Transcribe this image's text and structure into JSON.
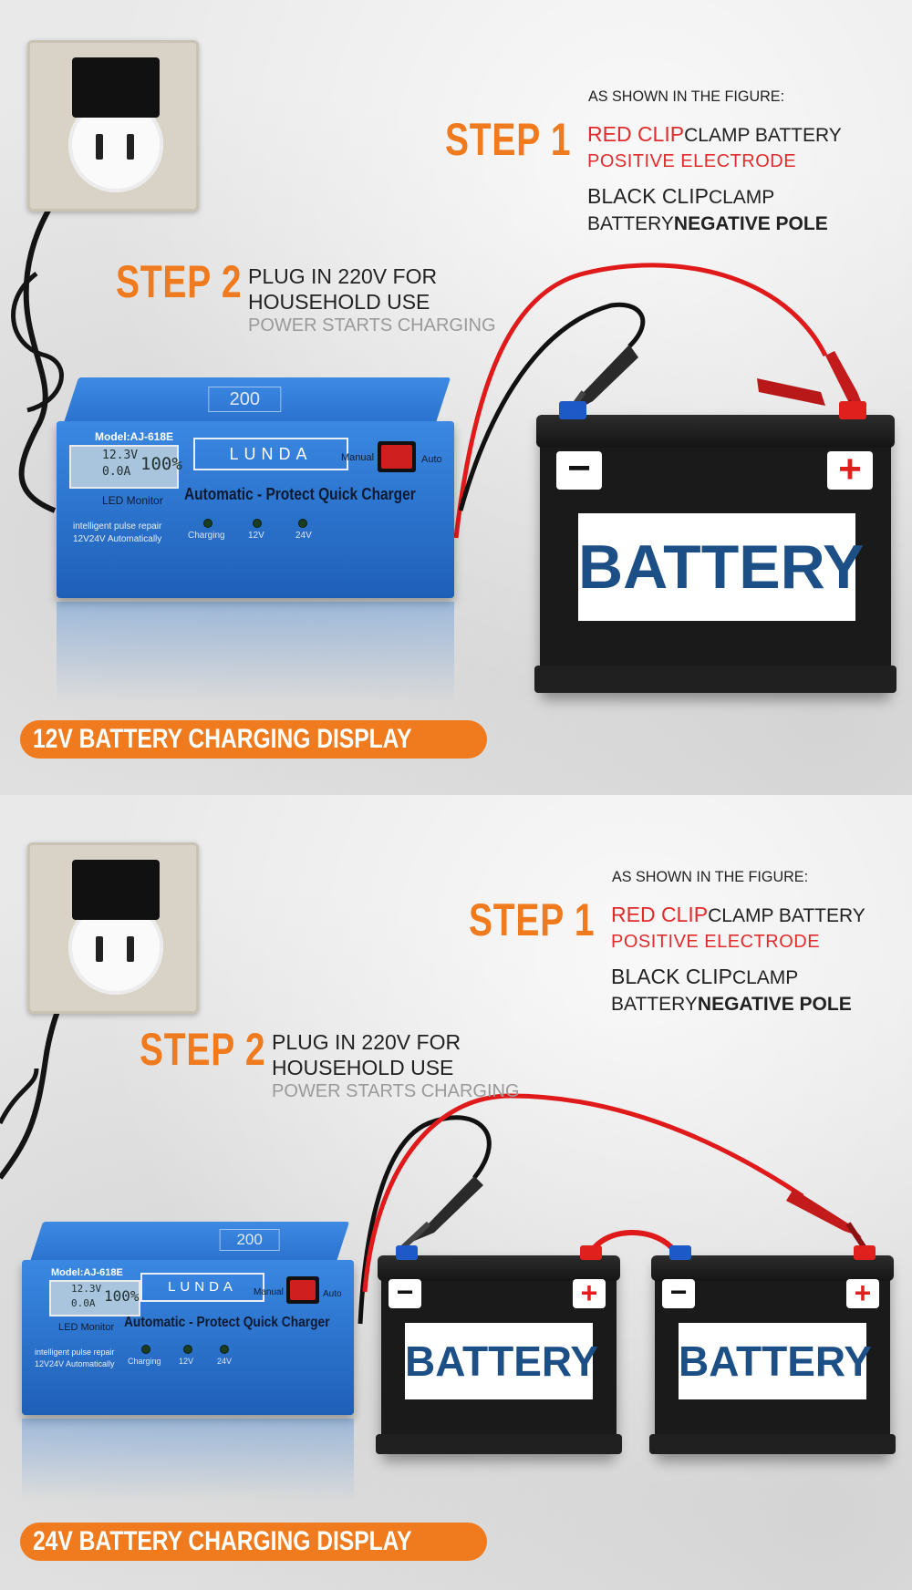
{
  "colors": {
    "accent_orange": "#f07a1e",
    "clip_red": "#e22b2b",
    "charger_blue": "#2f7bd9",
    "battery_label_blue": "#1c4f86"
  },
  "panels": [
    {
      "figure_note": "AS SHOWN IN THE FIGURE:",
      "step1": {
        "label": "STEP 1",
        "red_clip": "RED CLIP",
        "red_clip_rest": "CLAMP BATTERY",
        "red_clip_target": "POSITIVE ELECTRODE",
        "black_clip": "BLACK CLIP",
        "black_clip_rest": "CLAMP",
        "black_clip_line2a": "BATTERY",
        "black_clip_line2b": "NEGATIVE POLE"
      },
      "step2": {
        "label": "STEP 2",
        "line1": "PLUG IN 220V FOR",
        "line2": "HOUSEHOLD USE",
        "line3": "POWER STARTS CHARGING"
      },
      "charger": {
        "model": "Model:AJ-618E",
        "lcd_voltage": "12.3V",
        "lcd_current": "0.0A",
        "lcd_percent": "100%",
        "lcd_label": "LED Monitor",
        "brand": "LUNDA",
        "switch_manual": "Manual",
        "switch_auto": "Auto",
        "title": "Automatic - Protect Quick Charger",
        "feature1": "intelligent pulse repair",
        "feature2": "12V24V Automatically",
        "led_charging": "Charging",
        "led_12v": "12V",
        "led_24v": "24V",
        "top_badge": "200"
      },
      "batteries": [
        {
          "label": "BATTERY",
          "neg": "−",
          "pos": "+"
        }
      ],
      "banner": "12V BATTERY CHARGING DISPLAY"
    },
    {
      "figure_note": "AS SHOWN IN THE FIGURE:",
      "step1": {
        "label": "STEP 1",
        "red_clip": "RED CLIP",
        "red_clip_rest": "CLAMP BATTERY",
        "red_clip_target": "POSITIVE ELECTRODE",
        "black_clip": "BLACK CLIP",
        "black_clip_rest": "CLAMP",
        "black_clip_line2a": "BATTERY",
        "black_clip_line2b": "NEGATIVE POLE"
      },
      "step2": {
        "label": "STEP 2",
        "line1": "PLUG IN 220V FOR",
        "line2": "HOUSEHOLD USE",
        "line3": "POWER STARTS CHARGING"
      },
      "charger": {
        "model": "Model:AJ-618E",
        "lcd_voltage": "12.3V",
        "lcd_current": "0.0A",
        "lcd_percent": "100%",
        "lcd_label": "LED Monitor",
        "brand": "LUNDA",
        "switch_manual": "Manual",
        "switch_auto": "Auto",
        "title": "Automatic - Protect Quick Charger",
        "feature1": "intelligent pulse repair",
        "feature2": "12V24V Automatically",
        "led_charging": "Charging",
        "led_12v": "12V",
        "led_24v": "24V",
        "top_badge": "200"
      },
      "batteries": [
        {
          "label": "BATTERY",
          "neg": "−",
          "pos": "+"
        },
        {
          "label": "BATTERY",
          "neg": "−",
          "pos": "+"
        }
      ],
      "banner": "24V BATTERY CHARGING DISPLAY"
    }
  ]
}
